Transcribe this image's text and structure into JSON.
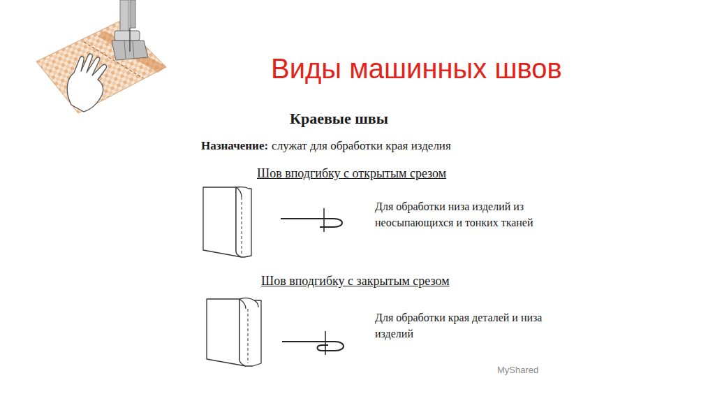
{
  "diagram": {
    "title": "Виды машинных швов",
    "labels": [
      "Краевые швы",
      "Назначение:",
      "служат для обработки края изделия",
      "Шов вподгибку с открытым срезом",
      "Для обработки низа изделий из неосыпающихся и тонких тканей",
      "Шов вподгибку с закрытым срезом",
      "Для обработки края деталей и низа изделий",
      "MyShared"
    ]
  }
}
